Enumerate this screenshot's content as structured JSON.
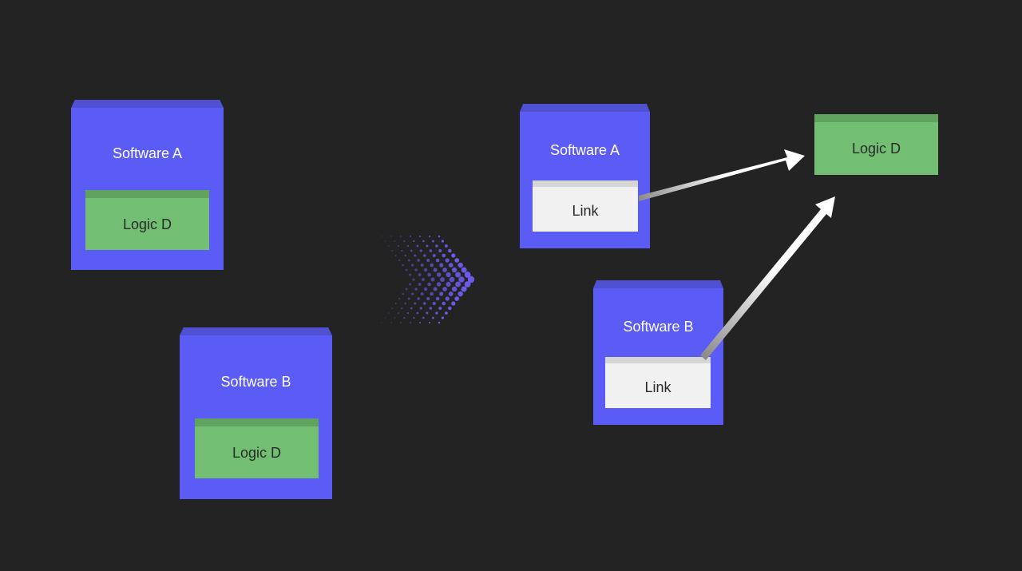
{
  "before": {
    "software_a": {
      "title": "Software A",
      "logic_label": "Logic D"
    },
    "software_b": {
      "title": "Software B",
      "logic_label": "Logic D"
    }
  },
  "after": {
    "software_a": {
      "title": "Software A",
      "link_label": "Link"
    },
    "software_b": {
      "title": "Software B",
      "link_label": "Link"
    },
    "shared_logic": {
      "label": "Logic D"
    }
  },
  "colors": {
    "background": "#232323",
    "software_box": "#5b5bf5",
    "logic_box": "#72bf73",
    "link_box": "#f1f1f1",
    "transition_chevron": "#6a5ae8"
  },
  "icons": {
    "transition": "dotted-chevron-right-icon",
    "reference": "arrow-right-icon"
  }
}
